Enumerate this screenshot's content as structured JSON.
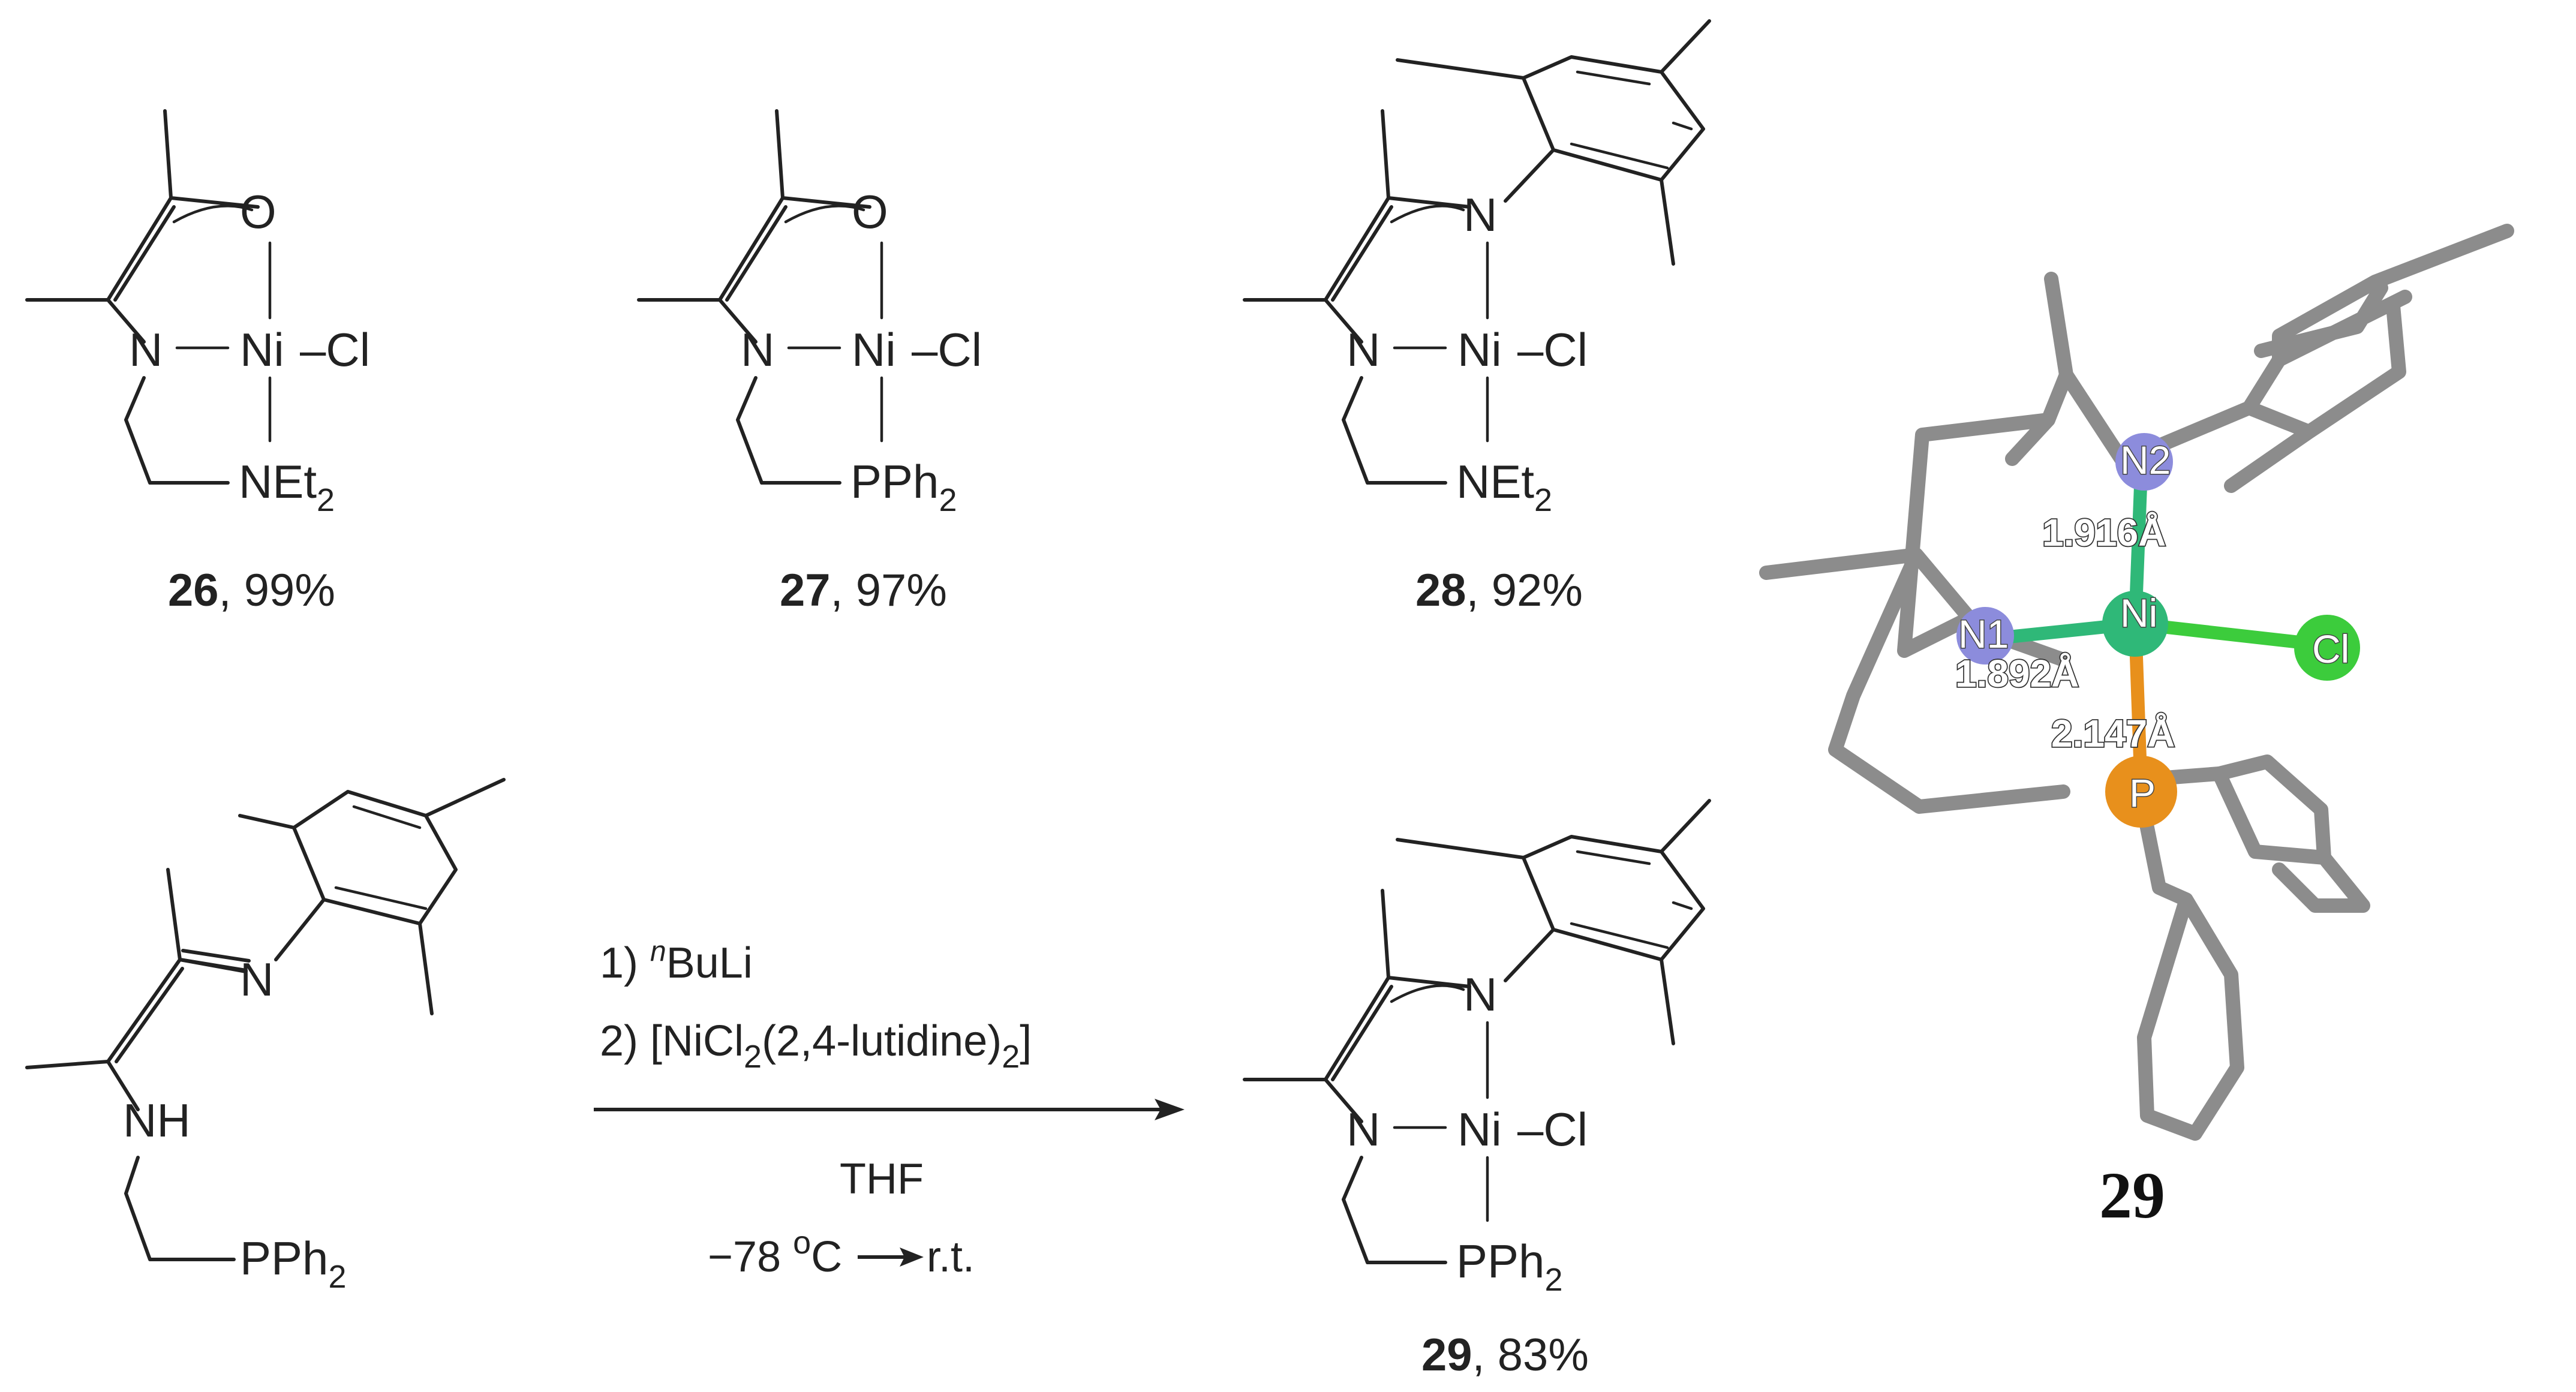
{
  "compounds": [
    {
      "number": "26",
      "yield": ", 99%"
    },
    {
      "number": "27",
      "yield": ", 97%"
    },
    {
      "number": "28",
      "yield": ", 92%"
    },
    {
      "number": "29",
      "yield": ", 83%"
    }
  ],
  "atoms": {
    "O": "O",
    "N": "N",
    "Ni": "Ni",
    "Cl": "Cl",
    "NH": "NH",
    "NEt": "NEt",
    "PPh": "PPh",
    "sub2": "2",
    "dash_cl": "–Cl",
    "n_dash": "N–"
  },
  "reaction": {
    "step1_prefix": "1) ",
    "step1_sup": "n",
    "step1_reagent": "BuLi",
    "step2_prefix": "2) [NiCl",
    "step2_sub": "2",
    "step2_mid": "(2,4-lutidine)",
    "step2_sub2": "2",
    "step2_end": "]",
    "solvent": "THF",
    "temp_start": "−78 ",
    "temp_sup": "o",
    "temp_unit": "C",
    "temp_end": " r.t."
  },
  "crystal": {
    "label": "29",
    "atoms": {
      "N1": "N1",
      "N2": "N2",
      "Ni": "Ni",
      "Cl": "Cl",
      "P": "P"
    },
    "distances": {
      "ni_n2": "1.916Å",
      "ni_n1": "1.892Å",
      "ni_p": "2.147Å"
    },
    "colors": {
      "carbon": "#8c8c8c",
      "nitrogen": "#8c8cdc",
      "nickel": "#2fb878",
      "chlorine": "#3ccc3c",
      "phosphorus": "#e8901c"
    }
  }
}
